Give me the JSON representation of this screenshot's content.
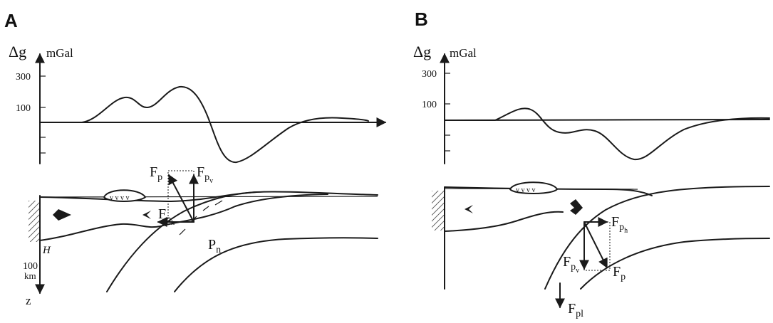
{
  "panels": [
    {
      "letter": "A",
      "gravity_symbol": "Δg",
      "unit": "mGal",
      "tick_300": "300",
      "tick_100": "100",
      "depth_H": "H",
      "depth_100": "100",
      "depth_km": "km",
      "depth_z": "z",
      "force_main": "F",
      "force_main_sub": "p",
      "force_vert": "F",
      "force_vert_sub": "p",
      "force_vert_subsub": "v",
      "force_horiz": "F",
      "force_horiz_sub": "p",
      "force_horiz_subsub": "h",
      "pressure": "P",
      "pressure_sub": "n"
    },
    {
      "letter": "B",
      "gravity_symbol": "Δg",
      "unit": "mGal",
      "tick_300": "300",
      "tick_100": "100",
      "force_horiz": "F",
      "force_horiz_sub": "p",
      "force_horiz_subsub": "h",
      "force_vert": "F",
      "force_vert_sub": "p",
      "force_vert_subsub": "v",
      "force_main": "F",
      "force_main_sub": "p",
      "force_pull": "F",
      "force_pull_sub": "pl"
    }
  ]
}
